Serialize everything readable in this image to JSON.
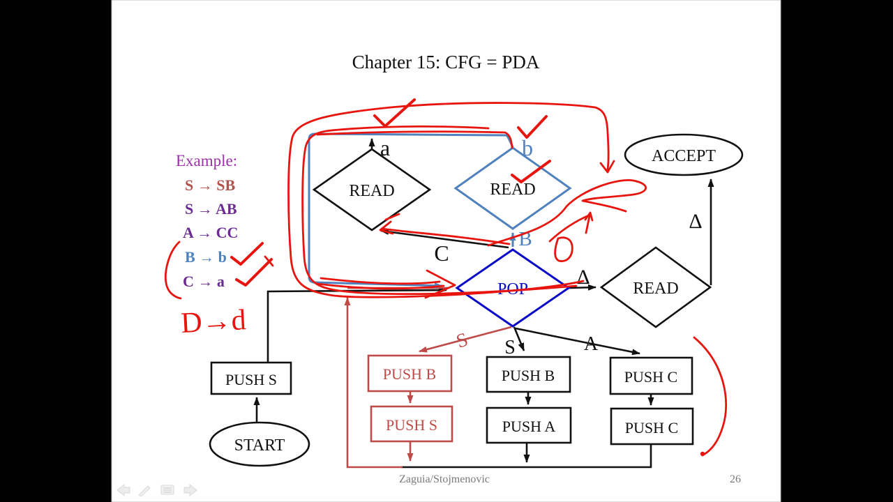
{
  "slide": {
    "title": "Chapter 15: CFG = PDA",
    "example": {
      "heading": "Example:",
      "rules": [
        {
          "label": "S → SB",
          "color": "#b0524b"
        },
        {
          "label": "S → AB",
          "color": "#6b2d91"
        },
        {
          "label": "A → CC",
          "color": "#6b2d91"
        },
        {
          "label": "B → b",
          "color": "#4f81bd"
        },
        {
          "label": "C → a",
          "color": "#6b2d91"
        }
      ]
    },
    "nodes": {
      "read1": "READ",
      "read2": "READ",
      "read3": "READ",
      "pop": "POP",
      "accept": "ACCEPT",
      "start": "START",
      "push_s_left": "PUSH S",
      "push_b_red": "PUSH B",
      "push_s_red": "PUSH S",
      "push_b_black": "PUSH B",
      "push_a_black": "PUSH A",
      "push_c_top": "PUSH C",
      "push_c_bottom": "PUSH C"
    },
    "edge_labels": {
      "a": "a",
      "b": "b",
      "c": "C",
      "b_pop": "B",
      "delta_pop": "Δ",
      "delta_accept": "Δ",
      "s_red": "S",
      "s_black": "S",
      "a_black": "A"
    },
    "annotations": {
      "handwritten_note": "D→d"
    },
    "footer": {
      "credit": "Zaguia/Stojmenovic",
      "page_number": "26"
    },
    "colors": {
      "annotation_red": "#e8150f",
      "slide_dark_red": "#be4b48",
      "steel_blue": "#4f81bd",
      "pop_blue": "#0a0ac8",
      "purple": "#6b2d91",
      "heading_purple": "#9b30a8",
      "brick_red": "#b0524b",
      "footer_gray": "#7a7a7a"
    }
  },
  "nav": {
    "icons": [
      "previous-slide",
      "pen-tool",
      "slide-menu",
      "next-slide"
    ]
  }
}
